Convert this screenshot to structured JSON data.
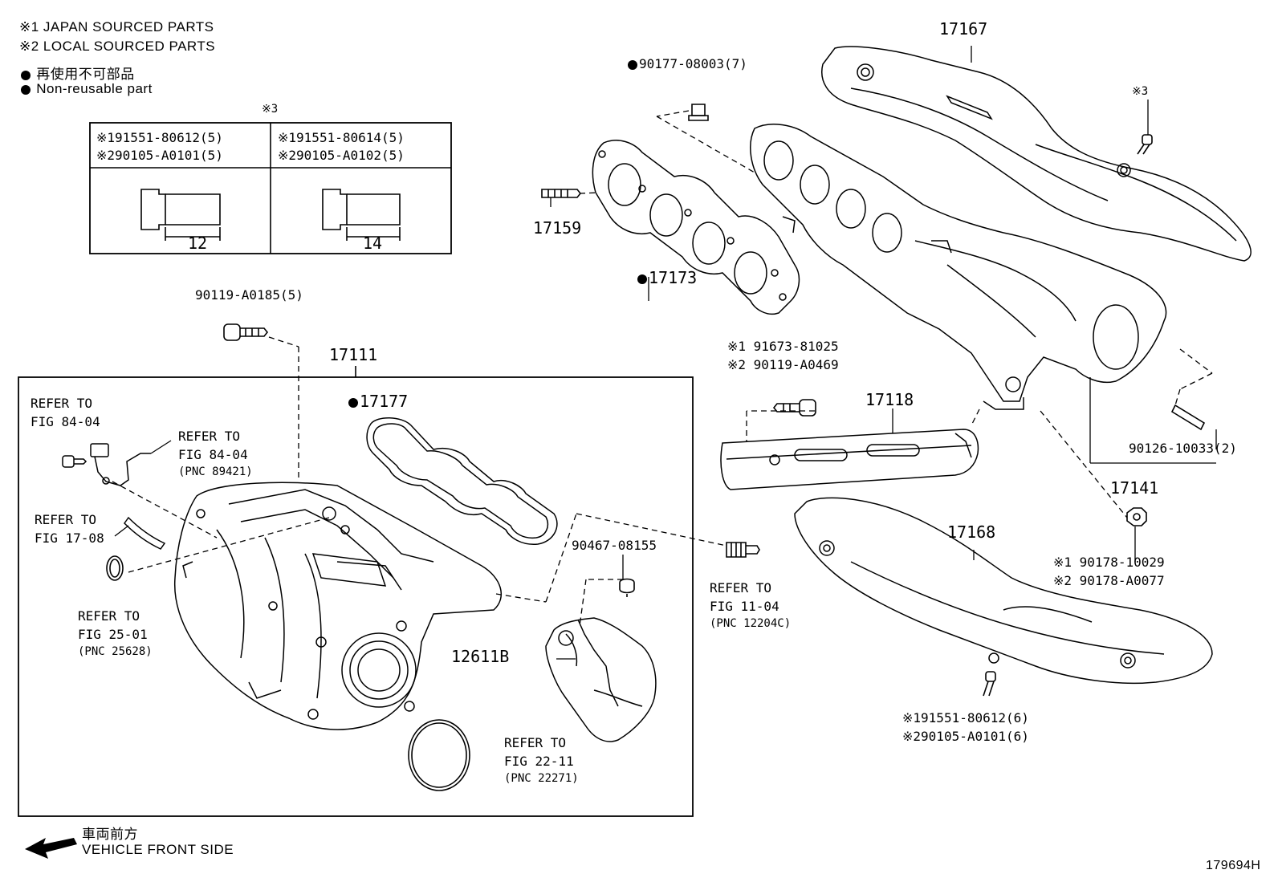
{
  "legend": {
    "note1": "※1 JAPAN SOURCED PARTS",
    "note2": "※2 LOCAL SOURCED PARTS",
    "non_reusable_jp": "再使用不可部品",
    "non_reusable_en": "Non-reusable part"
  },
  "bolt_table": {
    "mark": "※3",
    "col1": {
      "line1": "※191551-80612(5)",
      "line2": "※290105-A0101(5)",
      "length": "12"
    },
    "col2": {
      "line1": "※191551-80614(5)",
      "line2": "※290105-A0102(5)",
      "length": "14"
    }
  },
  "parts": {
    "p90119_A0185": "90119-A0185(5)",
    "p17111": "17111",
    "p17177": "17177",
    "p90177": "90177-08003(7)",
    "p17167": "17167",
    "mark3": "※3",
    "p17159": "17159",
    "p17173": "17173",
    "p91673_1": "※1 91673-81025",
    "p90119_2": "※2 90119-A0469",
    "p17118": "17118",
    "p90126": "90126-10033(2)",
    "p17141": "17141",
    "p90178_1": "※1 90178-10029",
    "p90178_2": "※2 90178-A0077",
    "p17168": "17168",
    "p191551_6": "※191551-80612(6)",
    "p290105_6": "※290105-A0101(6)",
    "p90467": "90467-08155",
    "p12611B": "12611B"
  },
  "refs": {
    "r1": {
      "l1": "REFER TO",
      "l2": "FIG 84-04"
    },
    "r2": {
      "l1": "REFER TO",
      "l2": "FIG 84-04",
      "pnc": "(PNC 89421)"
    },
    "r3": {
      "l1": "REFER TO",
      "l2": "FIG 17-08"
    },
    "r4": {
      "l1": "REFER TO",
      "l2": "FIG 25-01",
      "pnc": "(PNC 25628)"
    },
    "r5": {
      "l1": "REFER TO",
      "l2": "FIG 11-04",
      "pnc": "(PNC 12204C)"
    },
    "r6": {
      "l1": "REFER TO",
      "l2": "FIG 22-11",
      "pnc": "(PNC 22271)"
    }
  },
  "footer": {
    "direction_jp": "車両前方",
    "direction_en": "VEHICLE FRONT SIDE",
    "figure_id": "179694H"
  }
}
